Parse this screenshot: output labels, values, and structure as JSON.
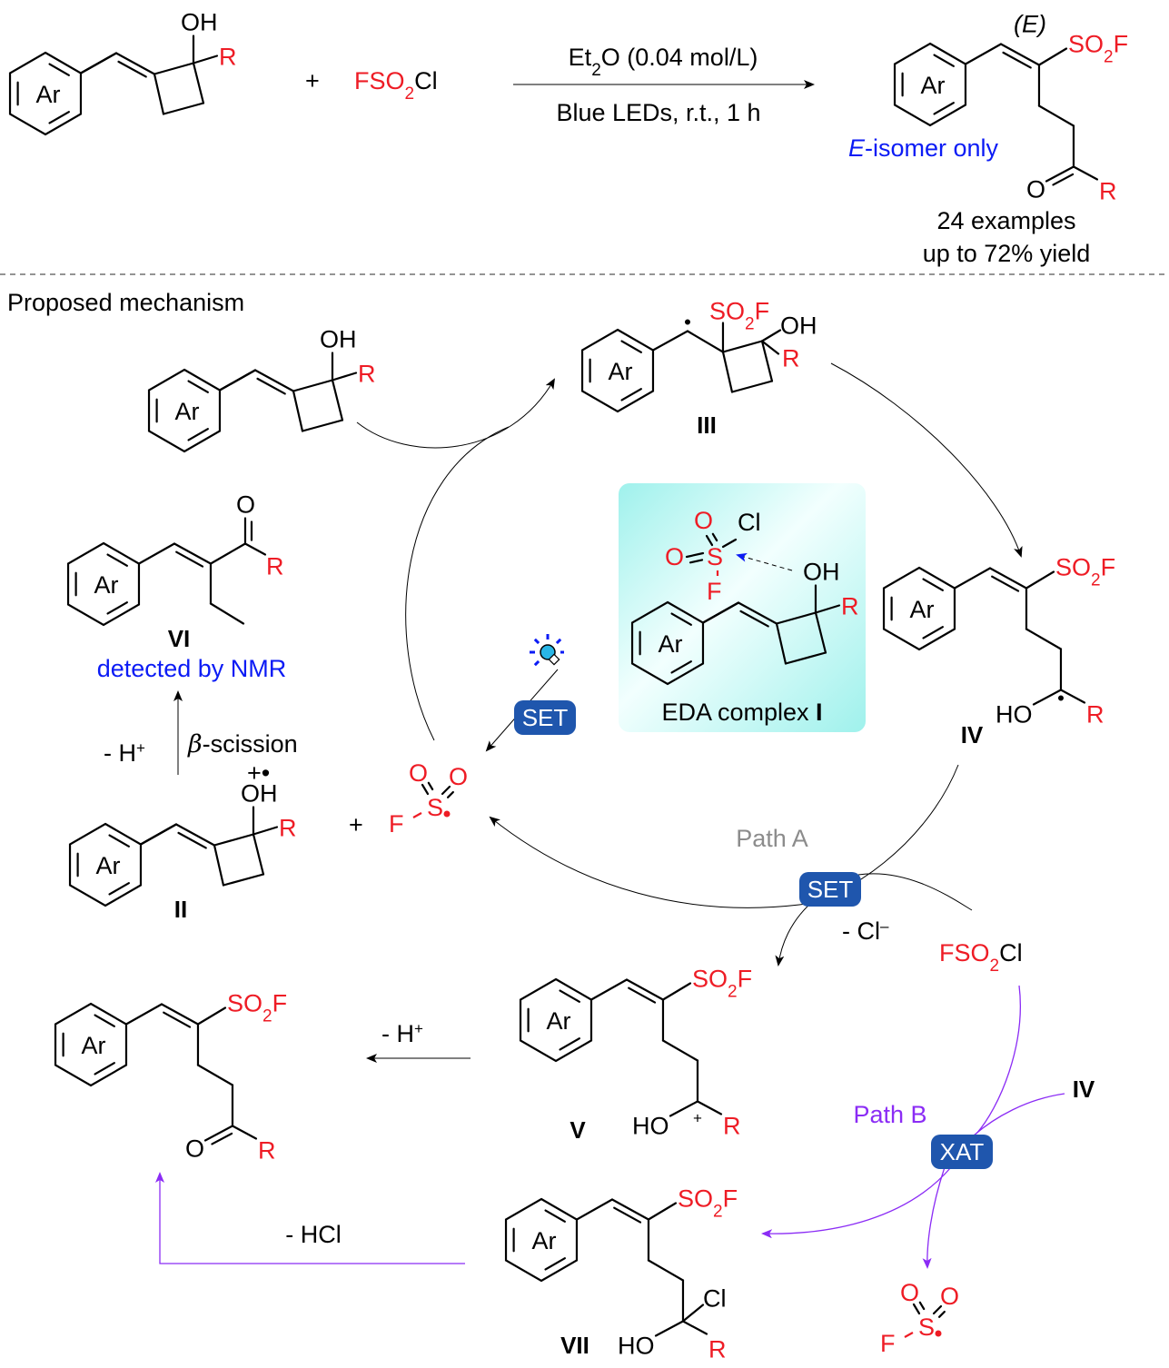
{
  "scheme": {
    "reactant_label": "Ar",
    "substituent": "R",
    "hydroxyl": "OH",
    "plus": "+",
    "reagent": {
      "prefix": "FSO",
      "sub": "2",
      "suffix": "Cl"
    },
    "conditions_top": {
      "prefix": "Et",
      "sub": "2",
      "suffix": "O (0.04 mol/L)"
    },
    "conditions_bottom": "Blue LEDs, r.t., 1 h",
    "product_stereo": "(E)",
    "product_group": {
      "prefix": "SO",
      "sub": "2",
      "suffix": "F"
    },
    "selectivity": {
      "italic": "E",
      "rest": "-isomer only"
    },
    "carbonyl_o": "O",
    "examples": "24 examples",
    "yield": "up to 72% yield"
  },
  "mechanism": {
    "heading": "Proposed mechanism",
    "intermediates": {
      "I": {
        "label": "EDA complex ",
        "numeral": "I",
        "o1": "O",
        "o2": "O",
        "s": "S",
        "cl": "Cl",
        "f": "F"
      },
      "II": "II",
      "III": "III",
      "IV": "IV",
      "V": "V",
      "VI": "VI",
      "VII": "VII"
    },
    "radical": {
      "o": "O",
      "s": "S",
      "f": "F"
    },
    "radical_cation_mark": "+•",
    "ho": "HO",
    "cl": "Cl",
    "o": "O",
    "vi_note": "detected by NMR",
    "steps": {
      "minus_h": "- H",
      "h_plus_sup": "+",
      "beta": "β",
      "scission": "-scission",
      "minus_cl": "- Cl",
      "cl_minus_sup": "–",
      "minus_hcl": "- HCl",
      "path_a": "Path A",
      "path_b": "Path B"
    },
    "badges": {
      "set": "SET",
      "xat": "XAT"
    },
    "reagent": {
      "prefix": "FSO",
      "sub": "2",
      "suffix": "Cl"
    },
    "group": {
      "prefix": "SO",
      "sub": "2",
      "suffix": "F"
    }
  },
  "colors": {
    "heteroatom_red": "#ee1c25",
    "note_blue": "#0b1bf5",
    "path_a_grey": "#8c8c8c",
    "path_b_purple": "#8b2cf5",
    "badge_blue": "#1f56ad",
    "eda_box": "#a6f3ef"
  }
}
